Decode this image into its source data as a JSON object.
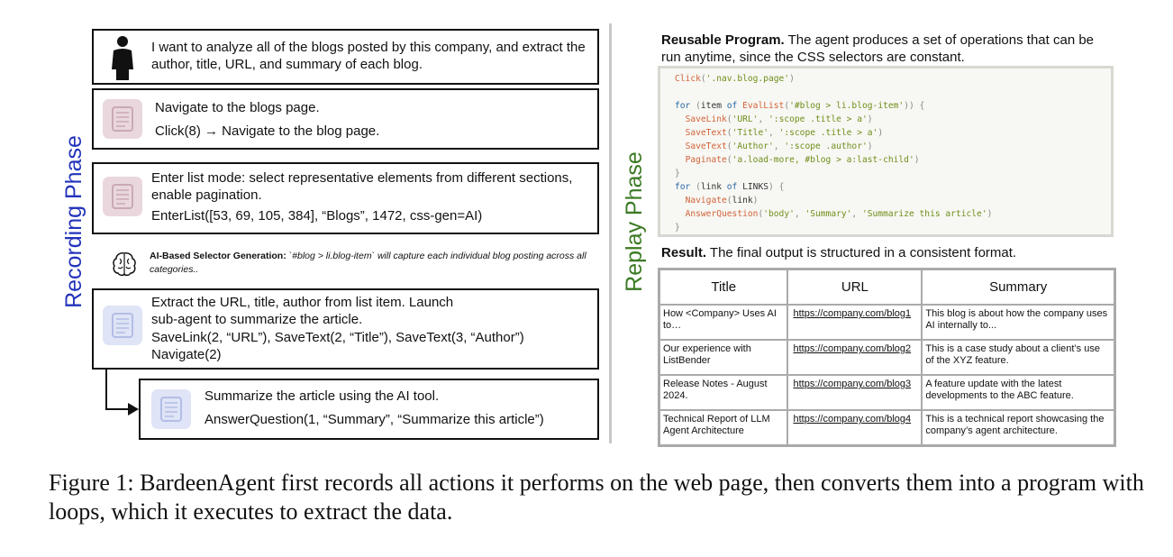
{
  "recording_phase": {
    "label": "Recording Phase",
    "user_request": "I want to analyze all of the blogs posted by this company, and extract the author, title, URL, and summary of each blog.",
    "step_navigate": {
      "description": "Navigate to the blogs page.",
      "action": "Click(8) → Navigate to the blog page."
    },
    "step_enterlist": {
      "description": "Enter list mode: select representative elements from different sections, enable pagination.",
      "action": "EnterList([53, 69, 105, 384], “Blogs”, 1472, css-gen=AI)"
    },
    "ai_selector": {
      "title": "AI-Based Selector Generation:",
      "text": "`#blog > li.blog-item` will capture each individual blog posting across all categories.."
    },
    "step_extract": {
      "description": "Extract the URL, title, author from list item. Launch sub-agent to summarize the article.",
      "action_line1": "SaveLink(2, “URL”), SaveText(2, “Title”), SaveText(3, “Author”)",
      "action_line2": "Navigate(2)"
    },
    "step_summarize": {
      "description": "Summarize the article using the AI tool.",
      "action": "AnswerQuestion(1, “Summary”, “Summarize this article”)"
    }
  },
  "replay_phase": {
    "label": "Replay Phase",
    "program_heading_bold": "Reusable Program.",
    "program_heading_text": " The agent produces a set of operations that can be run anytime, since the CSS selectors are constant.",
    "code_lines": [
      "Click('.nav.blog.page')",
      "",
      "for (item of EvalList('#blog > li.blog-item')) {",
      "  SaveLink('URL', ':scope .title > a')",
      "  SaveText('Title', ':scope .title > a')",
      "  SaveText('Author', ':scope .author')",
      "  Paginate('a.load-more, #blog > a:last-child')",
      "}",
      "for (link of LINKS) {",
      "  Navigate(link)",
      "  AnswerQuestion('body', 'Summary', 'Summarize this article')",
      "}"
    ],
    "result_heading_bold": "Result.",
    "result_heading_text": " The final output is structured in a consistent format.",
    "table": {
      "headers": [
        "Title",
        "URL",
        "Summary"
      ],
      "rows": [
        [
          "How <Company> Uses AI to…",
          "https://company.com/blog1",
          "This blog is about how the company uses AI internally to..."
        ],
        [
          "Our experience with ListBender",
          "https://company.com/blog2",
          "This is a case study about a client’s use of the XYZ feature."
        ],
        [
          "Release Notes - August 2024.",
          "https://company.com/blog3",
          "A feature update with the latest developments to the ABC feature."
        ],
        [
          "Technical Report of LLM Agent Architecture",
          "https://company.com/blog4",
          "This is a technical report showcasing the company’s agent architecture."
        ]
      ]
    }
  },
  "caption": "Figure 1: BardeenAgent first records all actions it performs on the web page, then converts them into a program with loops, which it executes to extract the data."
}
